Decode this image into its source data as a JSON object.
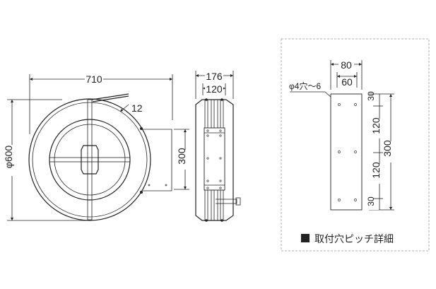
{
  "front_view": {
    "width_dim": "710",
    "diameter_dim": "φ600",
    "thickness_dim": "12",
    "bracket_height_dim": "300"
  },
  "side_view": {
    "depth_dim": "176",
    "inner_dim": "120"
  },
  "detail": {
    "width_dim": "80",
    "pitch_dim": "60",
    "hole_label": "φ4穴〜6",
    "top_margin": "30",
    "pitch_upper": "120",
    "total_height": "300",
    "pitch_lower": "120",
    "bottom_margin": "30",
    "caption": "取付穴ピッチ詳細"
  }
}
